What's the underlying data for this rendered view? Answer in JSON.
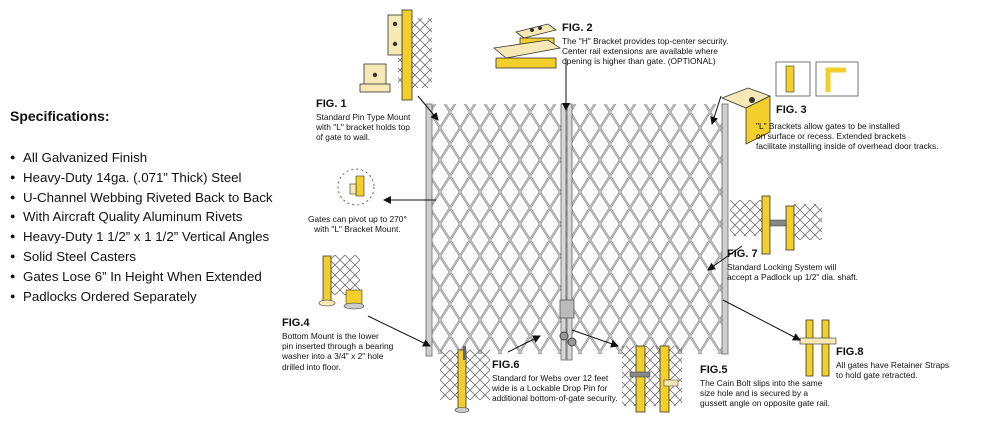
{
  "specifications": {
    "title": "Specifications:",
    "items": [
      "All Galvanized Finish",
      "Heavy-Duty 14ga. (.071” Thick) Steel",
      "U-Channel Webbing Riveted Back to Back",
      "With Aircraft Quality Aluminum Rivets",
      "Heavy-Duty 1 1/2” x 1 1/2” Vertical Angles",
      "Solid Steel Casters",
      "Gates Lose 6” In Height When Extended",
      "Padlocks Ordered Separately"
    ]
  },
  "figures": {
    "fig1": {
      "label": "FIG. 1",
      "desc": "Standard Pin Type Mount\nwith \"L\" bracket holds top\nof gate to wall."
    },
    "fig2": {
      "label": "FIG. 2",
      "desc": "The \"H\" Bracket provides top-center security.\nCenter rail extensions are available where\nopening is higher than gate. (OPTIONAL)"
    },
    "fig3": {
      "label": "FIG. 3",
      "desc": "\"L\" Brackets allow gates to be installed\non surface or recess. Extended brackets\nfacilitate installing inside of overhead door tracks."
    },
    "pivot": {
      "desc": "Gates can pivot up to 270°\nwith \"L\" Bracket Mount."
    },
    "fig4": {
      "label": "FIG.4",
      "desc": "Bottom Mount is the lower\npin inserted through a bearing\nwasher into a 3/4\" x 2\" hole\ndrilled into floor."
    },
    "fig5": {
      "label": "FIG.5",
      "desc": "The Cain Bolt slips into the same\nsize hole and is secured by a\ngussett angle on opposite gate rail."
    },
    "fig6": {
      "label": "FIG.6",
      "desc": "Standard for Webs over 12 feet\nwide is a Lockable Drop Pin for\nadditional bottom-of-gate security."
    },
    "fig7": {
      "label": "FIG. 7",
      "desc": "Standard Locking System will\naccept a Padlock up 1/2\" dia. shaft."
    },
    "fig8": {
      "label": "FIG.8",
      "desc": "All gates have Retainer Straps\nto hold gate retracted."
    }
  },
  "colors": {
    "bracket": "#f2cf2a",
    "bracket_light": "#f6e9b5",
    "steel": "#9a9a9a",
    "outline": "#333333"
  },
  "icons": [
    "gate-illustration",
    "l-bracket-icon",
    "h-bracket-icon",
    "pivot-icon",
    "bottom-mount-icon",
    "drop-pin-icon",
    "cain-bolt-icon",
    "lock-icon",
    "retainer-strap-icon"
  ]
}
